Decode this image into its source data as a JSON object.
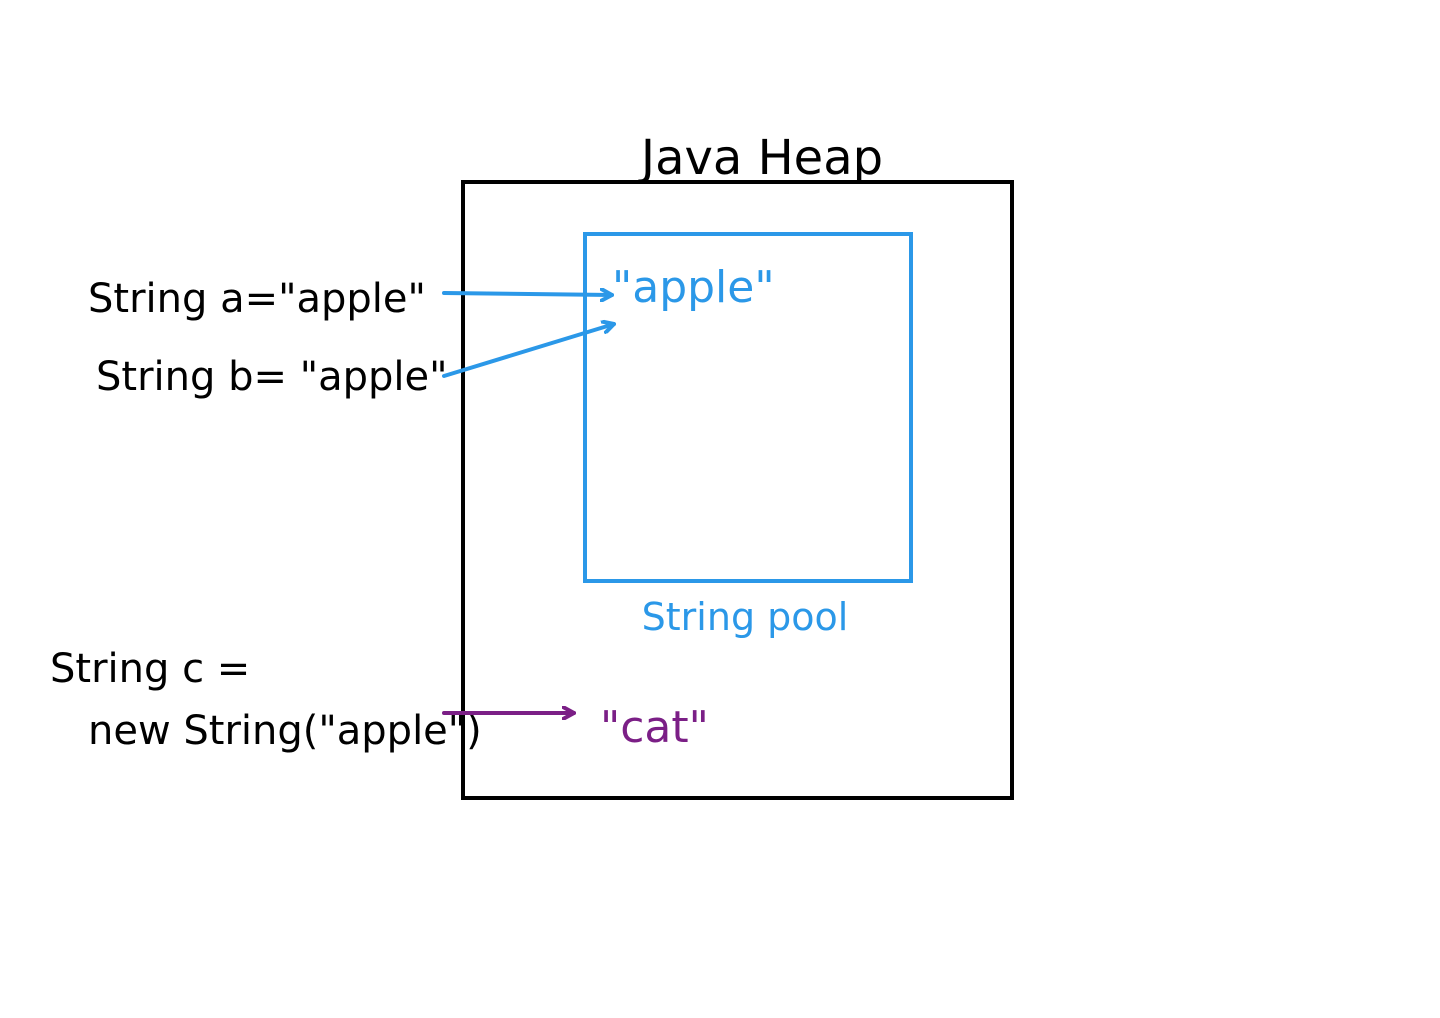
{
  "heap": {
    "title": "Java Heap"
  },
  "pool": {
    "label": "String pool",
    "entry": "\"apple\""
  },
  "heap_object": {
    "value": "\"cat\""
  },
  "code": {
    "line_a": "String a=\"apple\"",
    "line_b": "String b= \"apple\"",
    "line_c1": "String c =",
    "line_c2": "new String(\"apple\")"
  },
  "colors": {
    "ink": "#000000",
    "pool": "#2b98e8",
    "heap_object": "#7b1f86"
  }
}
